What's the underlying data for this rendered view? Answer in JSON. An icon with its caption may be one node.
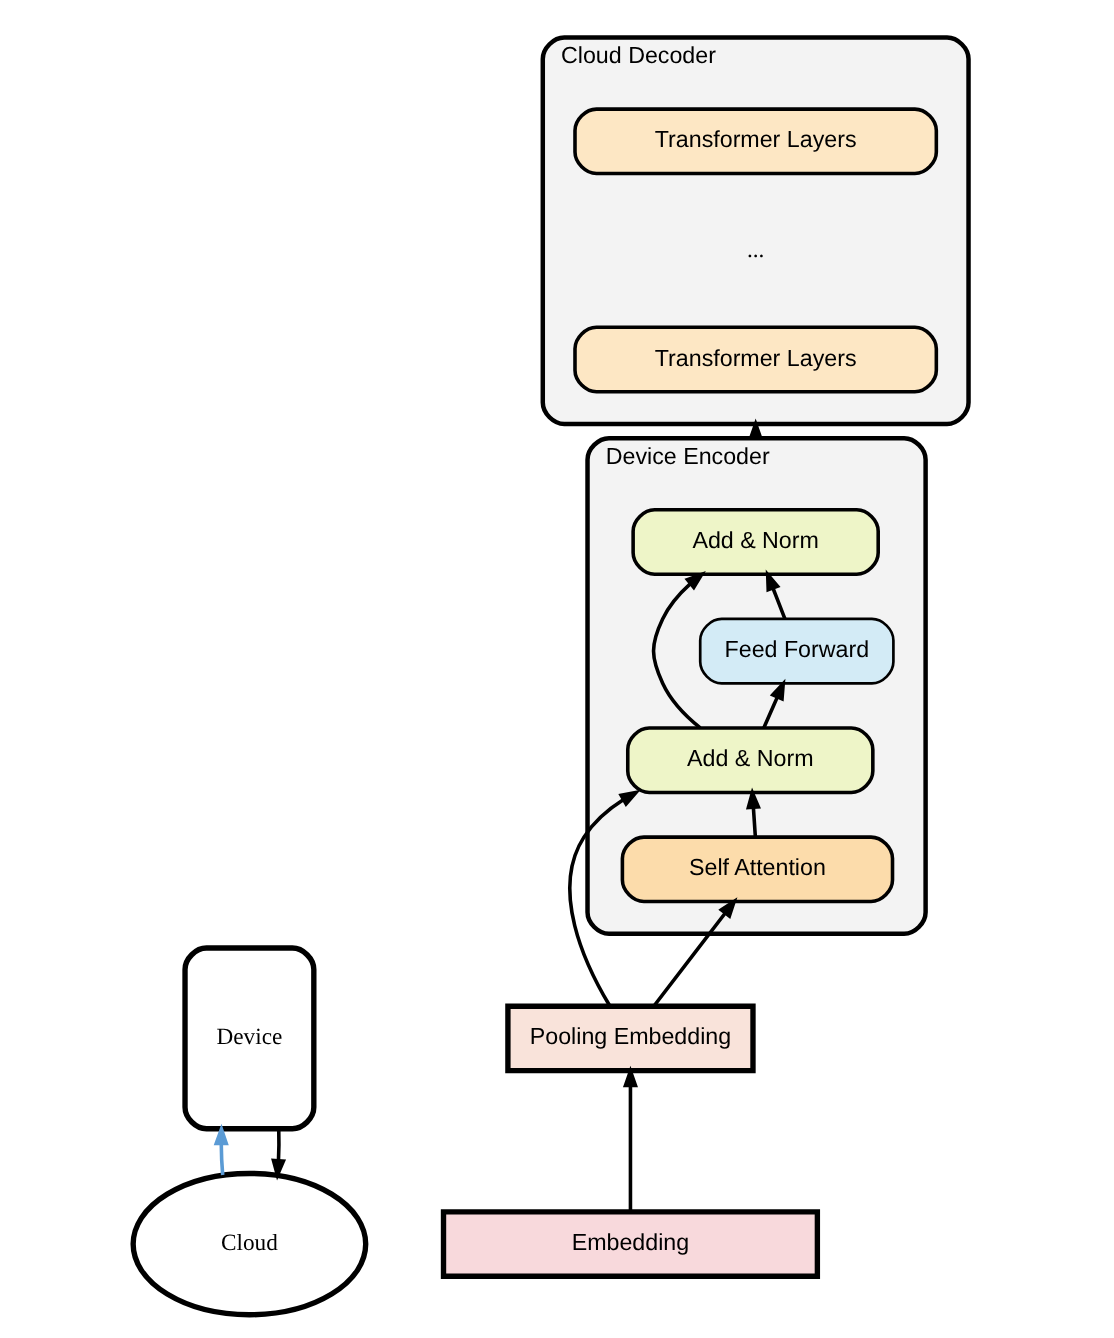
{
  "diagram": {
    "nodes": [
      {
        "text": [
          "Cloud"
        ]
      },
      {
        "text": [
          "Device"
        ]
      },
      {
        "text": [
          "Cloud Decoder"
        ]
      },
      {
        "text": [
          "Transformer Layers"
        ],
        "in": 2
      },
      {
        "text": [
          "..."
        ],
        "in": 2
      },
      {
        "text": [
          "Transformer Layers"
        ],
        "in": 2
      },
      {
        "text": [
          "Device Encoder"
        ]
      },
      {
        "text": [
          "Add & Norm"
        ],
        "in": 6
      },
      {
        "text": [
          "Feed Forward"
        ],
        "in": 6
      },
      {
        "text": [
          "Add & Norm"
        ],
        "in": 6
      },
      {
        "text": [
          "Self Attention"
        ],
        "in": 6
      },
      {
        "text": [
          "Pooling Embedding"
        ]
      },
      {
        "text": [
          "Embedding"
        ]
      }
    ],
    "edges": [
      {
        "from": 1,
        "to": 0,
        "arrow": "to"
      },
      {
        "from": 0,
        "to": 1,
        "arrow": "to",
        "color": "#5b9bd5"
      },
      {
        "from": 6,
        "to": 2,
        "arrow": "to"
      },
      {
        "from": 12,
        "to": 11,
        "arrow": "to"
      },
      {
        "from": 11,
        "to": 10,
        "arrow": "to"
      },
      {
        "from": 11,
        "to": 9,
        "arrow": "to"
      },
      {
        "from": 10,
        "to": 9,
        "arrow": "to"
      },
      {
        "from": 9,
        "to": 8,
        "arrow": "to"
      },
      {
        "from": 9,
        "to": 7,
        "arrow": "to"
      },
      {
        "from": 8,
        "to": 7,
        "arrow": "to"
      }
    ]
  }
}
